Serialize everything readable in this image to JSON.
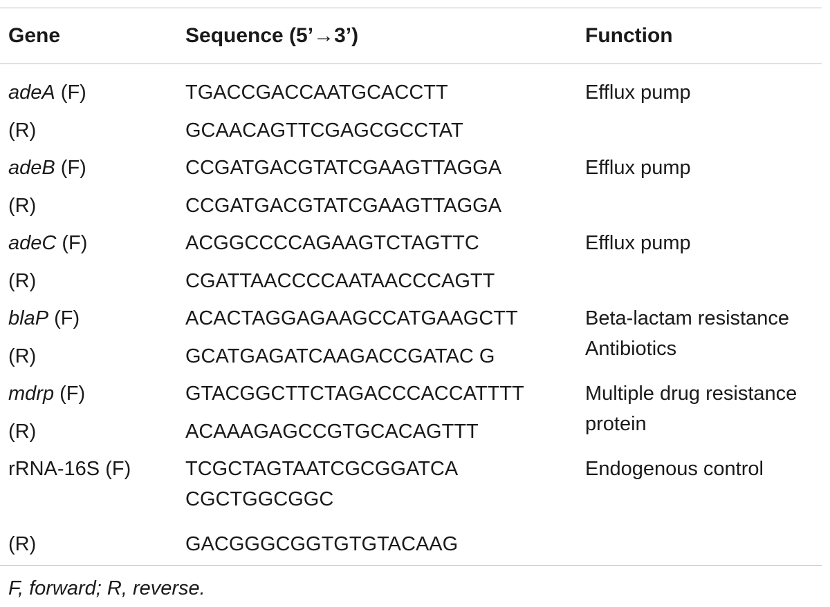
{
  "headers": {
    "gene": "Gene",
    "sequence": "Sequence (5’→3’)",
    "function": "Function"
  },
  "rows": [
    {
      "gene": "adeA",
      "strand": " (F)",
      "sequence": [
        "TGACCGACCAATGCACCTT"
      ],
      "function": [
        "Efflux pump"
      ]
    },
    {
      "gene": "",
      "strand": "(R)",
      "sequence": [
        "GCAACAGTTCGAGCGCCTAT"
      ],
      "function": []
    },
    {
      "gene": "adeB",
      "strand": " (F)",
      "sequence": [
        "CCGATGACGTATCGAAGTTAGGA"
      ],
      "function": [
        "Efflux pump"
      ]
    },
    {
      "gene": "",
      "strand": "(R)",
      "sequence": [
        "CCGATGACGTATCGAAGTTAGGA"
      ],
      "function": []
    },
    {
      "gene": "adeC",
      "strand": " (F)",
      "sequence": [
        "ACGGCCCCAGAAGTCTAGTTC"
      ],
      "function": [
        "Efflux pump"
      ]
    },
    {
      "gene": "",
      "strand": "(R)",
      "sequence": [
        "CGATTAACCCCAATAACCCAGTT"
      ],
      "function": []
    },
    {
      "gene": "blaP",
      "strand": " (F)",
      "sequence": [
        "ACACTAGGAGAAGCCATGAAGCTT"
      ],
      "function": [
        "Beta-lactam resistance",
        "Antibiotics"
      ]
    },
    {
      "gene": "",
      "strand": "(R)",
      "sequence": [
        "GCATGAGATCAAGACCGATAC G"
      ],
      "function": []
    },
    {
      "gene": "mdrp",
      "strand": " (F)",
      "sequence": [
        "GTACGGCTTCTAGACCCACCATTTT"
      ],
      "function": [
        "Multiple drug resistance",
        "protein"
      ]
    },
    {
      "gene": "",
      "strand": "(R)",
      "sequence": [
        "ACAAAGAGCCGTGCACAGTTT"
      ],
      "function": []
    },
    {
      "gene": "",
      "strand": "rRNA-16S (F)",
      "sequence": [
        "TCGCTAGTAATCGCGGATCA",
        "CGCTGGCGGC"
      ],
      "function": [
        "Endogenous control"
      ]
    },
    {
      "gene": "",
      "strand": "(R)",
      "sequence": [
        "GACGGGCGGTGTGTACAAG"
      ],
      "function": []
    }
  ],
  "footnote": "F, forward; R, reverse."
}
